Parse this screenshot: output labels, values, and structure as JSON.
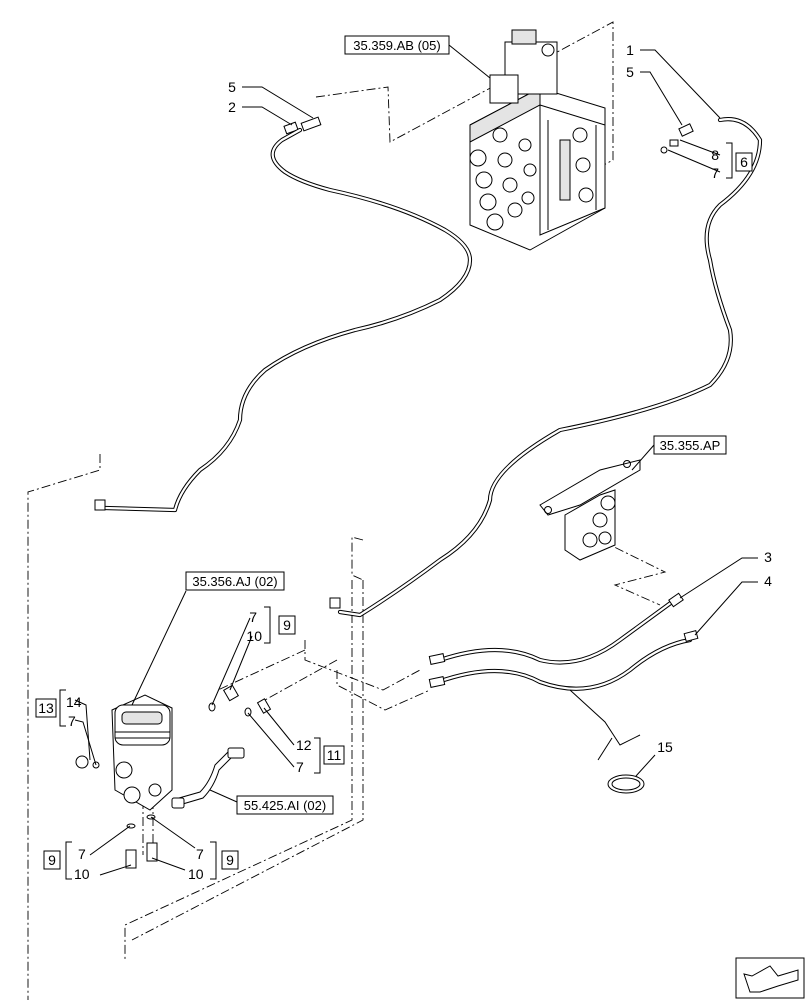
{
  "references": {
    "valve_block": "35.359.AB (05)",
    "bracket_valve": "35.355.AP",
    "pilot_valve": "35.356.AJ (02)",
    "sensor": "55.425.AI (02)"
  },
  "callouts": {
    "c1": "1",
    "c2": "2",
    "c3": "3",
    "c4": "4",
    "c5a": "5",
    "c5b": "5",
    "c7a": "7",
    "c7b": "7",
    "c7c": "7",
    "c7d": "7",
    "c7e": "7",
    "c7f": "7",
    "c8": "8",
    "c10a": "10",
    "c10b": "10",
    "c10c": "10",
    "c12": "12",
    "c14": "14",
    "c15": "15"
  },
  "kits": {
    "k6": "6",
    "k9a": "9",
    "k9b": "9",
    "k9c": "9",
    "k11": "11",
    "k13": "13"
  }
}
